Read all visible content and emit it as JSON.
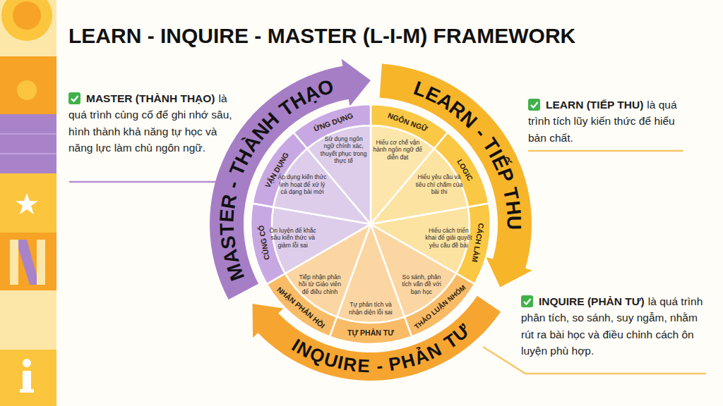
{
  "diagram": {
    "title": "LEARN - INQUIRE - MASTER (L-I-M) FRAMEWORK",
    "nodes": [
      {
        "text": [
          "LEARN - TIẾP THU"
        ]
      },
      {
        "text": [
          "NGÔN NGỮ",
          "Hiểu cơ chế vận hành ngôn ngữ để diễn đạt"
        ]
      },
      {
        "text": [
          "LOGIC",
          "Hiểu yêu cầu và tiêu chí chấm của bài thi"
        ]
      },
      {
        "text": [
          "CÁCH LÀM",
          "Hiểu cách triển khai để giải quyết yêu cầu đề bài"
        ]
      },
      {
        "text": [
          "INQUIRE - PHẢN TƯ"
        ]
      },
      {
        "text": [
          "THẢO LUẬN NHÓM",
          "So sánh, phân tích vấn đề với bạn học"
        ]
      },
      {
        "text": [
          "TỰ PHẢN TƯ",
          "Tự phân tích và nhận diện lỗi sai"
        ]
      },
      {
        "text": [
          "NHẬN PHẢN HỒI",
          "Tiếp nhận phản hồi từ Giáo viên để điều chỉnh"
        ]
      },
      {
        "text": [
          "MASTER - THÀNH THẠO"
        ]
      },
      {
        "text": [
          "CỦNG CỐ",
          "Ôn luyện để khắc sâu kiến thức và giảm lỗi sai"
        ]
      },
      {
        "text": [
          "VẬN DỤNG",
          "Áp dụng kiến thức linh hoạt để xử lý cá dạng bài mới"
        ]
      },
      {
        "text": [
          "ỨNG DỤNG",
          "Sử dụng ngôn ngữ chính xác, thuyết phục trong thực tế"
        ]
      }
    ],
    "labels": [
      "MASTER (THÀNH THẠO)",
      "là quá trình củng cố để ghi nhớ sâu, hình thành khả năng tự học và năng lực làm chủ ngôn ngữ.",
      "LEARN (TIẾP THU)",
      "là quá trình tích lũy kiến thức để hiểu bản chất.",
      "INQUIRE (PHẢN TƯ)",
      "là quá trình phân tích, so sánh, suy ngẫm, nhằm rút ra bài học và điều chỉnh cách ôn luyện phù hợp."
    ]
  }
}
